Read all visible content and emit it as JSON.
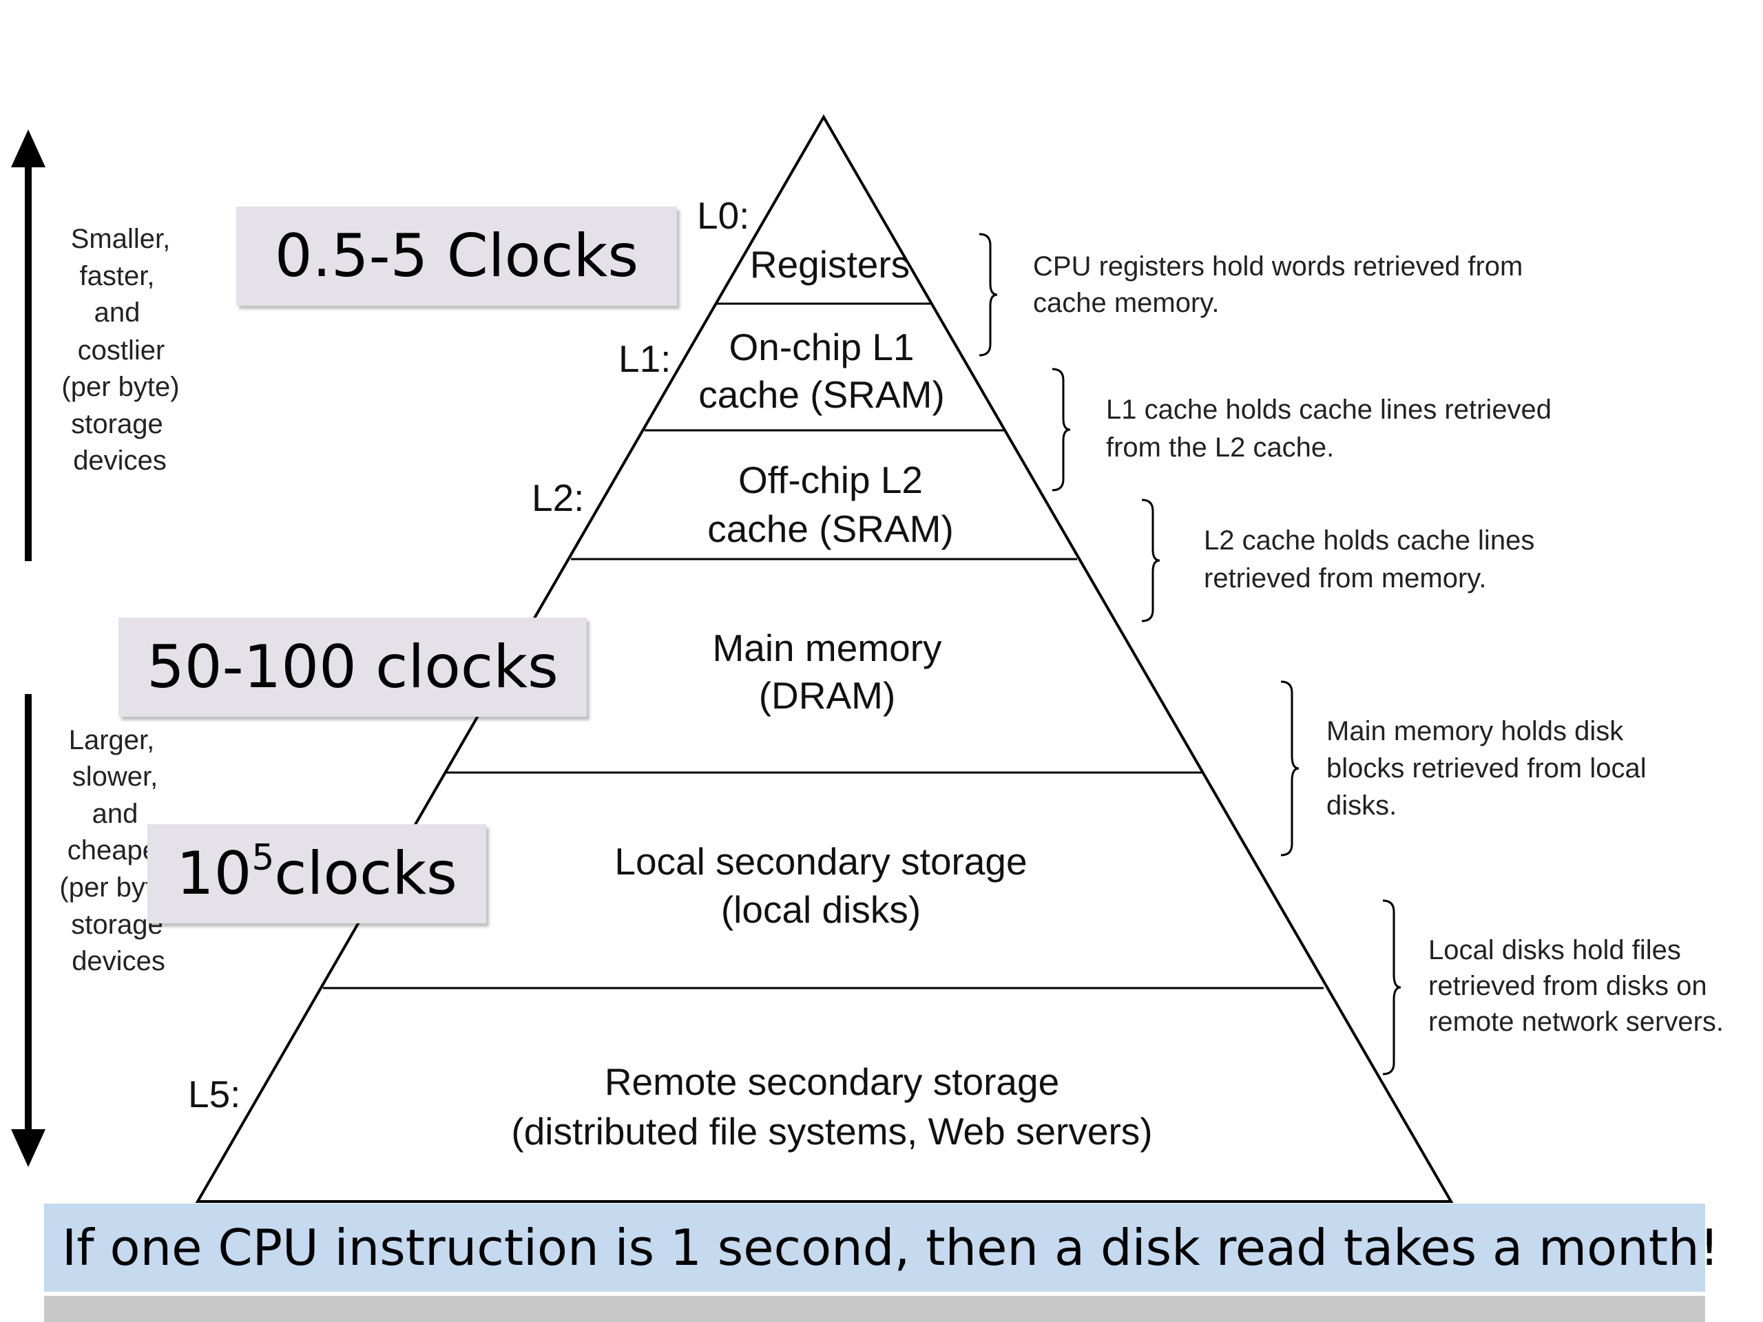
{
  "levels": [
    {
      "label": "L0:",
      "name_lines": [
        "Registers"
      ],
      "note_lines": [
        "CPU registers hold words retrieved from",
        "cache memory."
      ]
    },
    {
      "label": "L1:",
      "name_lines": [
        "On-chip L1",
        "cache (SRAM)"
      ],
      "note_lines": [
        "L1 cache holds cache lines retrieved",
        "from the L2 cache."
      ]
    },
    {
      "label": "L2:",
      "name_lines": [
        "Off-chip L2",
        "cache (SRAM)"
      ],
      "note_lines": [
        "L2 cache holds cache lines",
        "retrieved from memory."
      ]
    },
    {
      "label": "",
      "name_lines": [
        "Main memory",
        "(DRAM)"
      ],
      "note_lines": [
        "Main memory holds disk",
        "blocks retrieved from local",
        "disks."
      ]
    },
    {
      "label": "",
      "name_lines": [
        "Local secondary storage",
        "(local disks)"
      ],
      "note_lines": [
        "Local disks hold files",
        "retrieved from disks on",
        "remote network servers."
      ]
    },
    {
      "label": "L5:",
      "name_lines": [
        "Remote secondary storage",
        "(distributed file systems, Web servers)"
      ],
      "note_lines": []
    }
  ],
  "side_top_lines": [
    "Smaller,",
    "faster,",
    "and",
    "costlier",
    "(per byte)",
    "storage",
    "devices"
  ],
  "side_bottom_lines": [
    "Larger,",
    "slower,",
    "and",
    "cheaper",
    "(per byte)",
    "storage",
    "devices"
  ],
  "clocks": {
    "registers": "0.5-5 Clocks",
    "memory": "50-100 clocks",
    "disk_base": "10",
    "disk_exp": "5",
    "disk_unit": "clocks"
  },
  "banner": "If one CPU instruction is 1 second, then a disk read takes a month!"
}
